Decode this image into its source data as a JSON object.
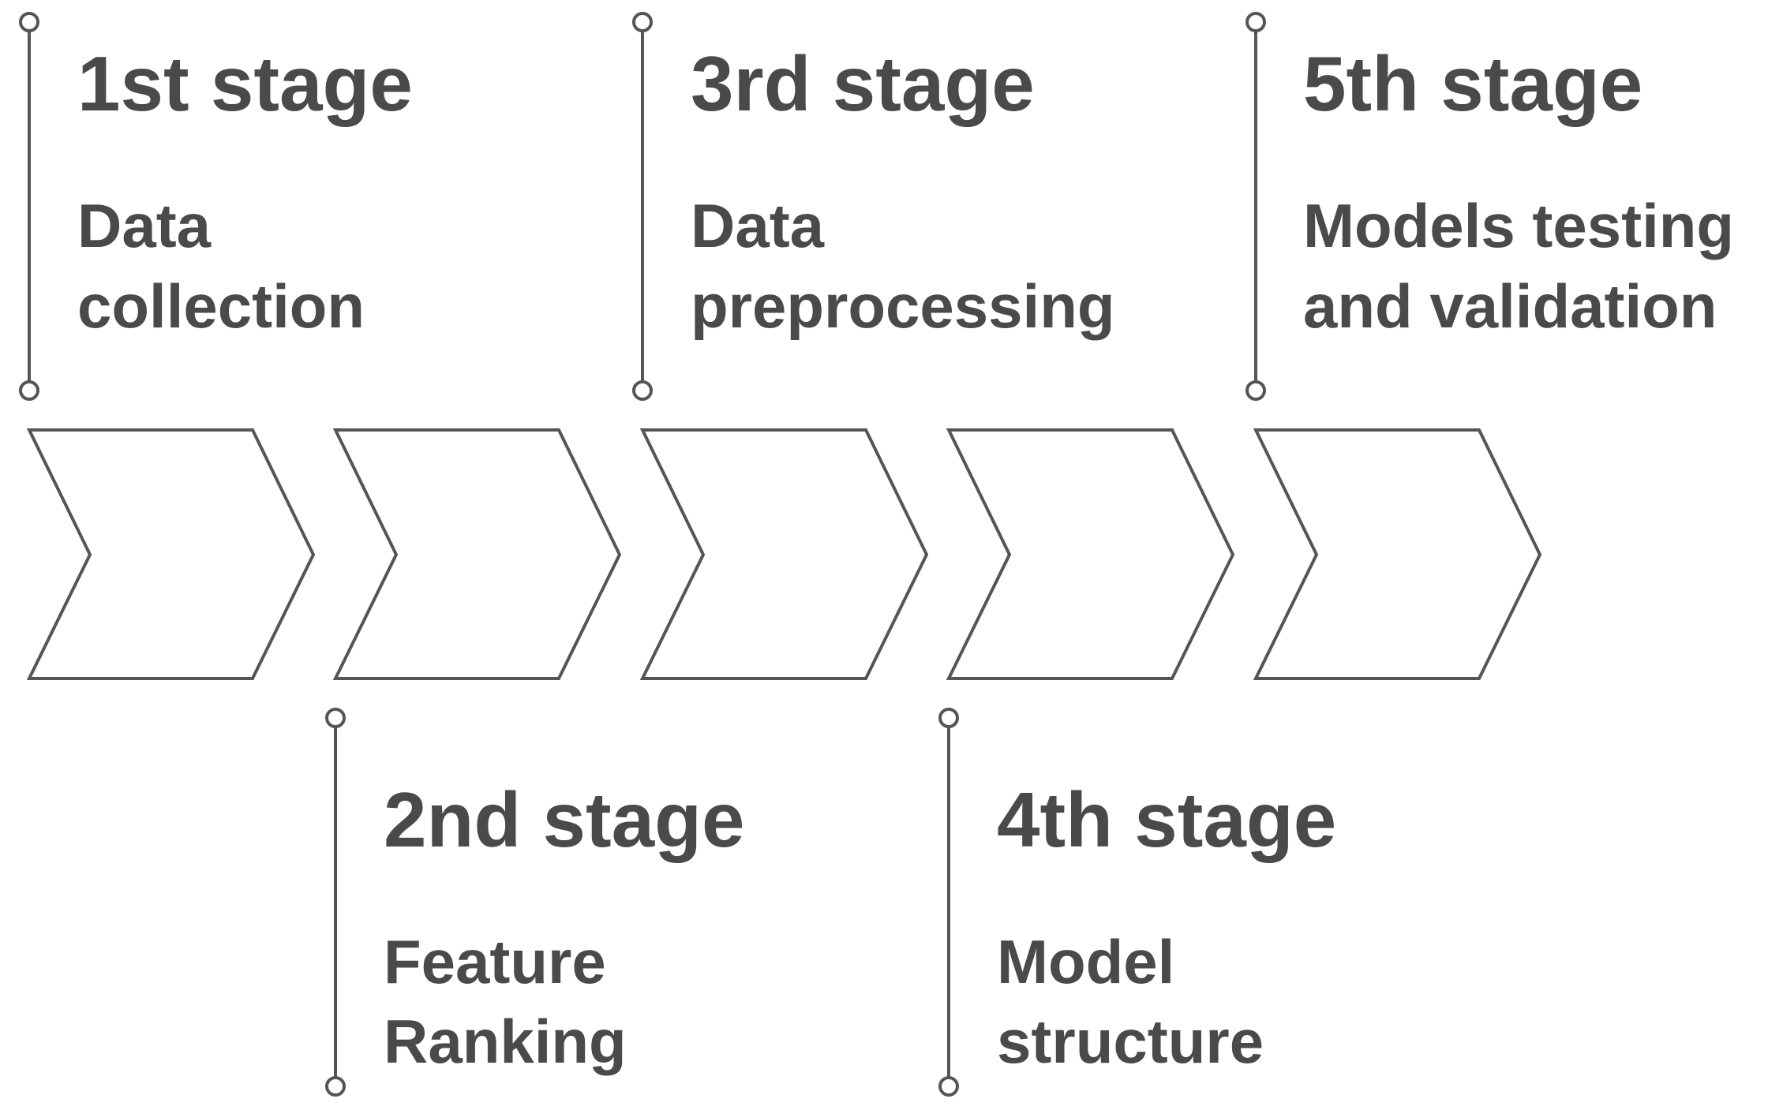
{
  "colors": {
    "text": "#4a4a4a",
    "line": "#555555",
    "background": "#ffffff"
  },
  "stages": [
    {
      "title": "1st stage",
      "lines": [
        "Data",
        "collection"
      ]
    },
    {
      "title": "2nd stage",
      "lines": [
        "Feature",
        "Ranking"
      ]
    },
    {
      "title": "3rd stage",
      "lines": [
        "Data",
        "preprocessing"
      ]
    },
    {
      "title": "4th stage",
      "lines": [
        "Model",
        "structure"
      ]
    },
    {
      "title": "5th stage",
      "lines": [
        "Models testing",
        "and validation"
      ]
    }
  ]
}
